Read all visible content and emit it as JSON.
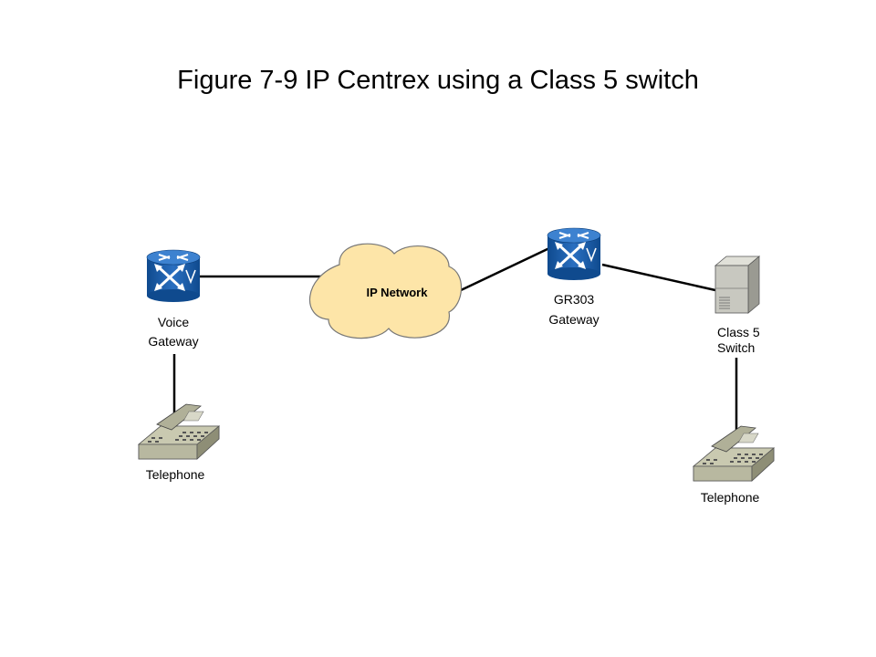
{
  "title": "Figure 7-9 IP Centrex using a Class 5 switch",
  "nodes": {
    "voice_gateway": {
      "line1": "Voice",
      "line2": "Gateway",
      "icon": "router-icon"
    },
    "ip_network": {
      "label": "IP Network",
      "icon": "cloud-icon"
    },
    "gr303_gateway": {
      "line1": "GR303",
      "line2": "Gateway",
      "icon": "router-icon"
    },
    "class5_switch": {
      "line1": "Class 5",
      "line2": "Switch",
      "icon": "switch-icon"
    },
    "telephone_left": {
      "label": "Telephone",
      "icon": "telephone-icon"
    },
    "telephone_right": {
      "label": "Telephone",
      "icon": "telephone-icon"
    }
  },
  "colors": {
    "router_blue": "#1a5ca8",
    "cloud_fill": "#fde5a8",
    "phone_gray": "#b8b8a0",
    "switch_gray": "#c8c8c0"
  }
}
